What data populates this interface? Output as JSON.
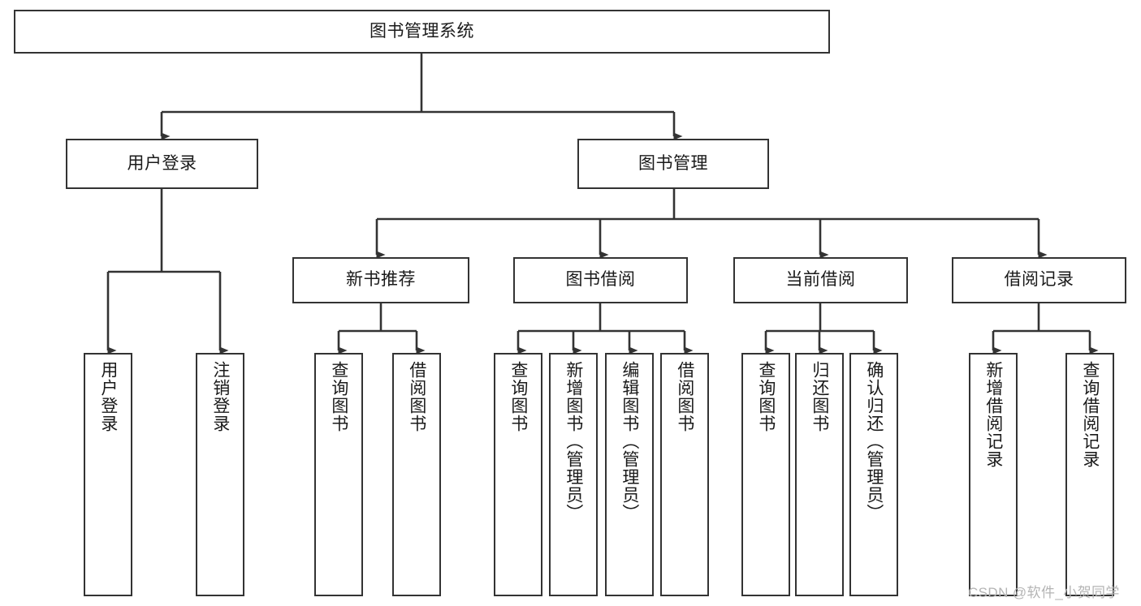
{
  "diagram": {
    "title": "图书管理系统",
    "type": "tree",
    "root": {
      "label": "图书管理系统"
    },
    "level1": [
      {
        "label": "用户登录"
      },
      {
        "label": "图书管理"
      }
    ],
    "level2": [
      {
        "label": "新书推荐"
      },
      {
        "label": "图书借阅"
      },
      {
        "label": "当前借阅"
      },
      {
        "label": "借阅记录"
      }
    ],
    "leaves": {
      "user_login": [
        {
          "label": "用户登录"
        },
        {
          "label": "注销登录"
        }
      ],
      "new_book_recommend": [
        {
          "label": "查询图书"
        },
        {
          "label": "借阅图书"
        }
      ],
      "book_borrow": [
        {
          "label": "查询图书"
        },
        {
          "label": "新增图书（管理员）"
        },
        {
          "label": "编辑图书（管理员）"
        },
        {
          "label": "借阅图书"
        }
      ],
      "current_borrow": [
        {
          "label": "查询图书"
        },
        {
          "label": "归还图书"
        },
        {
          "label": "确认归还（管理员）"
        }
      ],
      "borrow_record": [
        {
          "label": "新增借阅记录"
        },
        {
          "label": "查询借阅记录"
        }
      ]
    }
  },
  "watermark": {
    "text": "CSDN @软件_小贺同学"
  },
  "colors": {
    "border": "#333333",
    "text": "#1a1a1a",
    "background": "#ffffff",
    "watermark": "#b4b4b4"
  }
}
